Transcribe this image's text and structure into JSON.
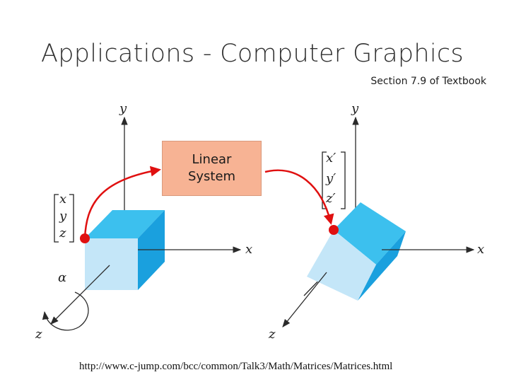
{
  "title": "Applications - Computer Graphics",
  "subtitle": "Section 7.9 of Textbook",
  "box": {
    "line1": "Linear",
    "line2": "System"
  },
  "axes": {
    "x": "x",
    "y": "y",
    "z": "z",
    "alpha": "α"
  },
  "vectors": {
    "left": [
      "x",
      "y",
      "z"
    ],
    "right": [
      "x′",
      "y′",
      "z′"
    ]
  },
  "footer_url": "http://www.c-jump.com/bcc/common/Talk3/Math/Matrices/Matrices.html",
  "colors": {
    "cube_top": "#3cc0ee",
    "cube_side": "#1aa0de",
    "cube_front": "#c4e6f8",
    "box_fill": "#f7b394",
    "arrow_red": "#e01010"
  }
}
